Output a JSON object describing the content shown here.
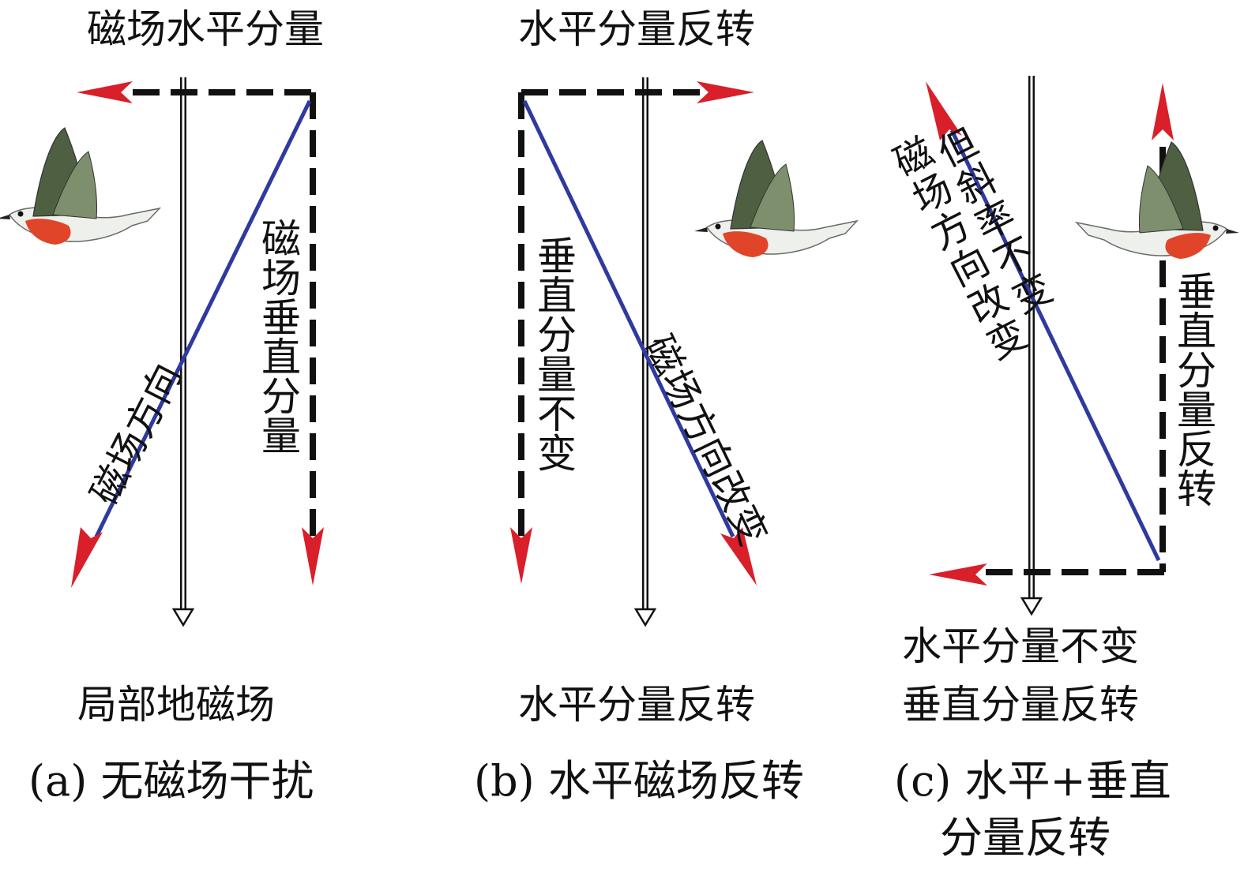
{
  "panel_a": {
    "top_label": "磁场水平分量",
    "vertical_label": "磁场垂直分量",
    "diagonal_label": "磁场方向",
    "bottom_label": "局部地磁场",
    "caption": "(a) 无磁场干扰"
  },
  "panel_b": {
    "top_label": "水平分量反转",
    "vertical_label": "垂直分量不变",
    "diagonal_label": "磁场方向改变",
    "bottom_label": "水平分量反转",
    "caption": "(b) 水平磁场反转"
  },
  "panel_c": {
    "diagonal_label_col1": "磁场方向改变",
    "diagonal_label_col2": "但斜率不变",
    "vertical_label": "垂直分量反转",
    "bottom_label_line1": "水平分量不变",
    "bottom_label_line2": "垂直分量反转",
    "caption_line1": "(c) 水平+垂直",
    "caption_line2": "分量反转"
  },
  "colors": {
    "field_direction": "#2e3a9e",
    "arrowhead": "#d81f2a",
    "component": "#111111",
    "robin_breast": "#e0452a",
    "robin_back": "#5a6e4a"
  }
}
